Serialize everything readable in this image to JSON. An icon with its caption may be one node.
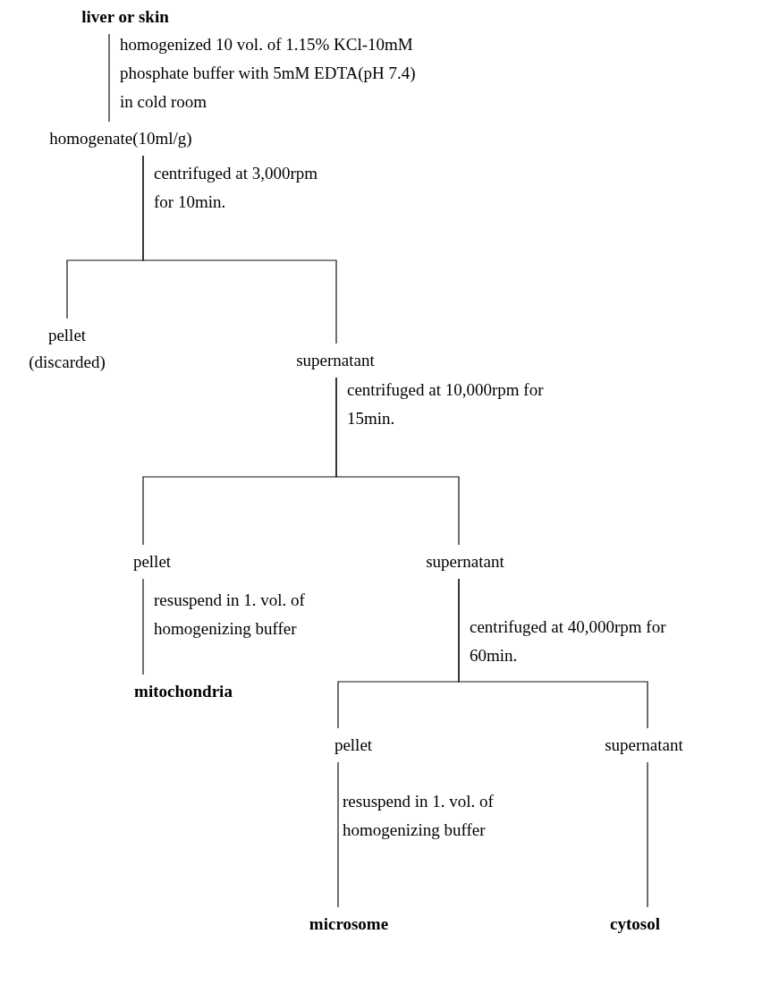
{
  "diagram": {
    "nodes": [
      {
        "text": [
          "liver or skin"
        ]
      },
      {
        "text": [
          "homogenate(10ml/g)"
        ]
      },
      {
        "text": [
          "pellet (discarded)"
        ]
      },
      {
        "text": [
          "supernatant"
        ]
      },
      {
        "text": [
          "pellet"
        ]
      },
      {
        "text": [
          "supernatant"
        ]
      },
      {
        "text": [
          "mitochondria"
        ]
      },
      {
        "text": [
          "pellet"
        ]
      },
      {
        "text": [
          "supernatant"
        ]
      },
      {
        "text": [
          "microsome"
        ]
      },
      {
        "text": [
          "cytosol"
        ]
      }
    ],
    "edges": [
      {
        "from": 0,
        "to": 1,
        "arrow": "none",
        "label": "homogenized 10 vol. of 1.15% KCl-10mM phosphate buffer with 5mM EDTA(pH 7.4) in cold room"
      },
      {
        "from": 1,
        "to": 2,
        "arrow": "none",
        "label": "centrifuged at 3,000rpm for 10min."
      },
      {
        "from": 1,
        "to": 3,
        "arrow": "none"
      },
      {
        "from": 3,
        "to": 4,
        "arrow": "none",
        "label": "centrifuged at 10,000rpm for 15min."
      },
      {
        "from": 3,
        "to": 5,
        "arrow": "none"
      },
      {
        "from": 4,
        "to": 6,
        "arrow": "none",
        "label": "resuspend in 1. vol. of homogenizing buffer"
      },
      {
        "from": 5,
        "to": 7,
        "arrow": "none",
        "label": "centrifuged at 40,000rpm for 60min."
      },
      {
        "from": 5,
        "to": 8,
        "arrow": "none"
      },
      {
        "from": 7,
        "to": 9,
        "arrow": "none",
        "label": "resuspend in 1. vol. of homogenizing buffer"
      },
      {
        "from": 8,
        "to": 10,
        "arrow": "none"
      }
    ]
  }
}
